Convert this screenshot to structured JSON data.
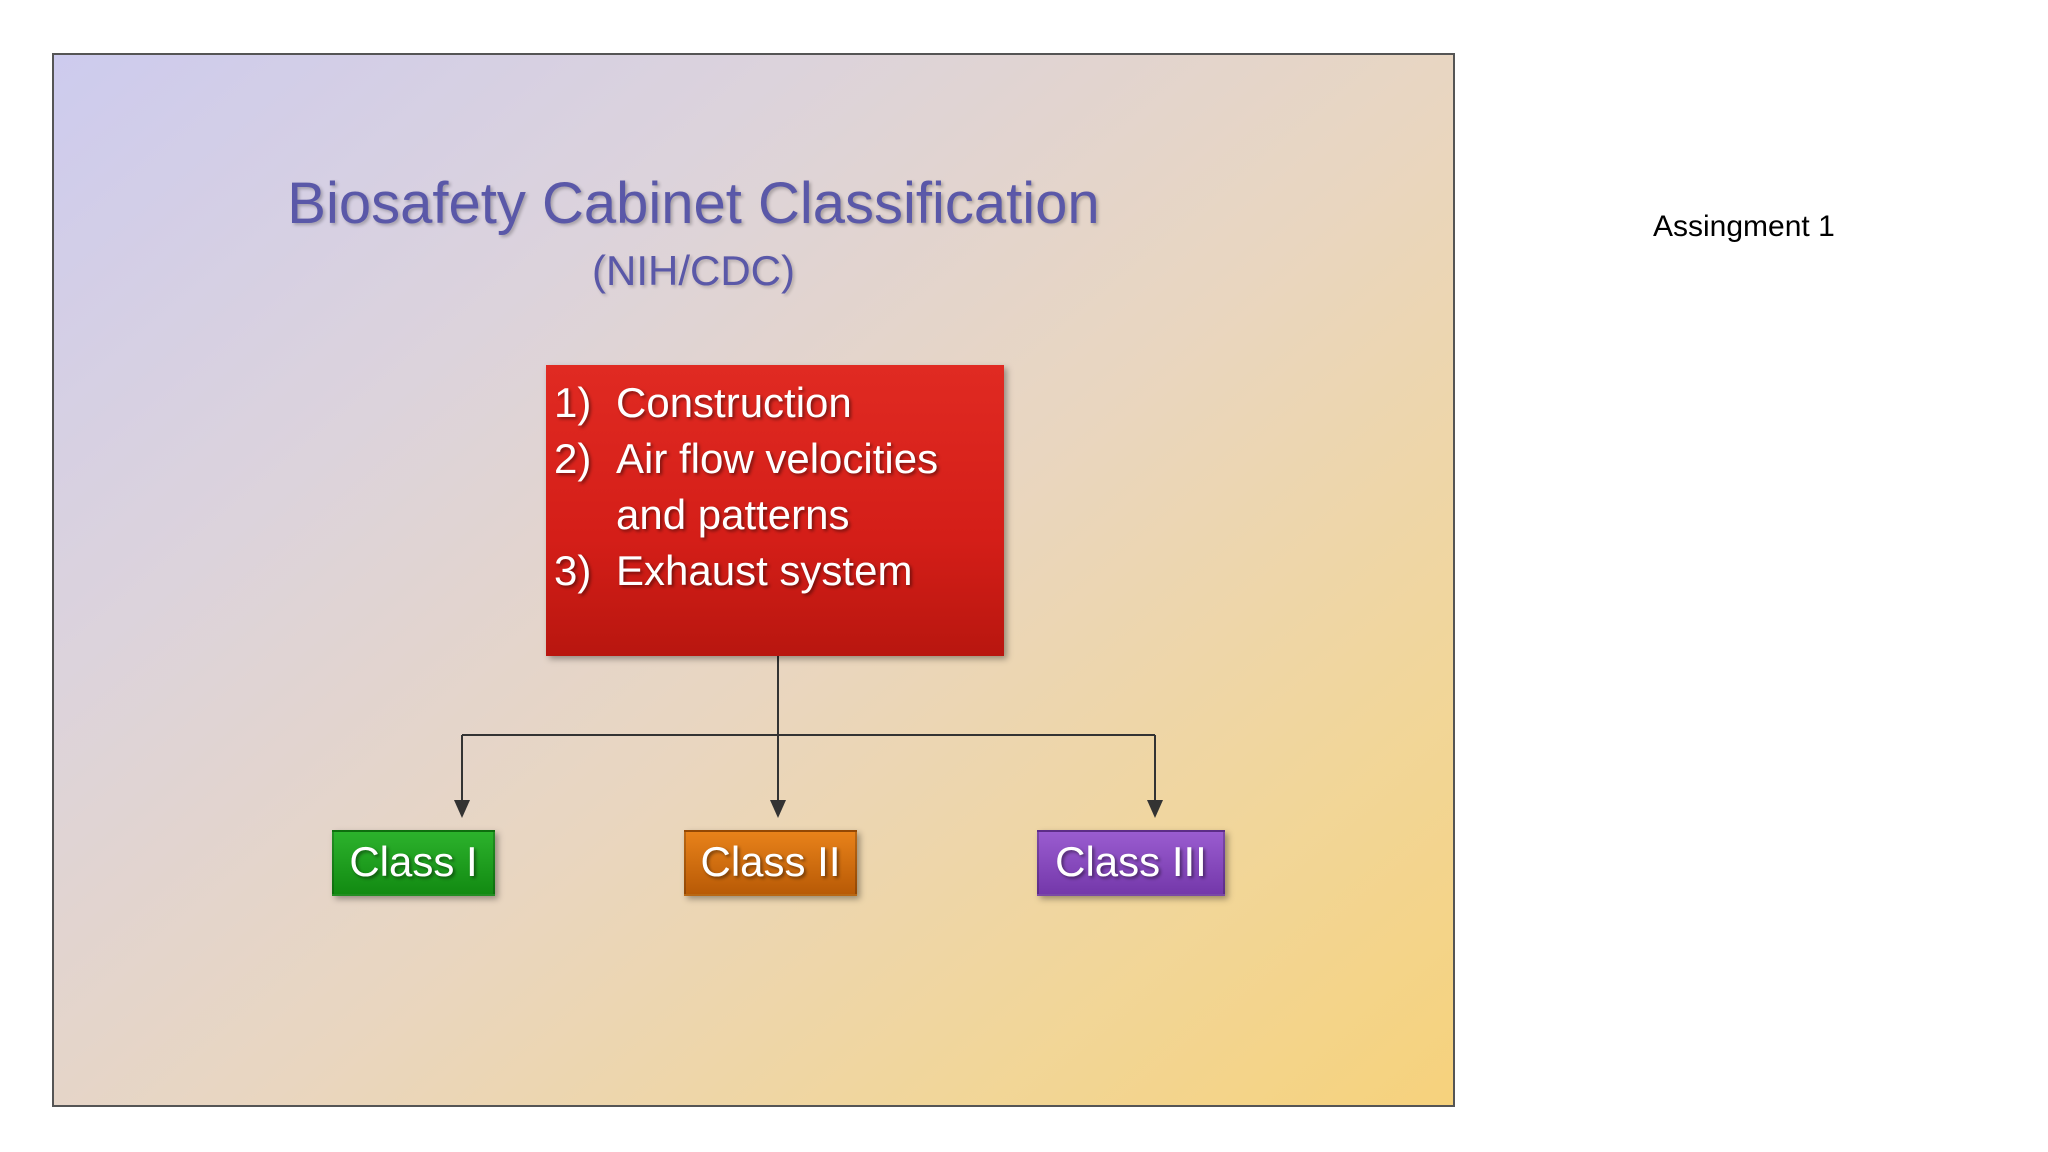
{
  "slide": {
    "title": "Biosafety Cabinet Classification",
    "subtitle": "(NIH/CDC)",
    "criteria": [
      {
        "num": "1)",
        "text": "Construction"
      },
      {
        "num": "2)",
        "text": "Air flow velocities and patterns"
      },
      {
        "num": "3)",
        "text": "Exhaust system"
      }
    ],
    "classes": [
      {
        "label": "Class I",
        "color": "#1e9e1e"
      },
      {
        "label": "Class II",
        "color": "#d2700f"
      },
      {
        "label": "Class III",
        "color": "#8648bf"
      }
    ],
    "colors": {
      "title": "#5a58a8",
      "criteria_box": "#d41e18"
    }
  },
  "side_label": "Assingment 1"
}
